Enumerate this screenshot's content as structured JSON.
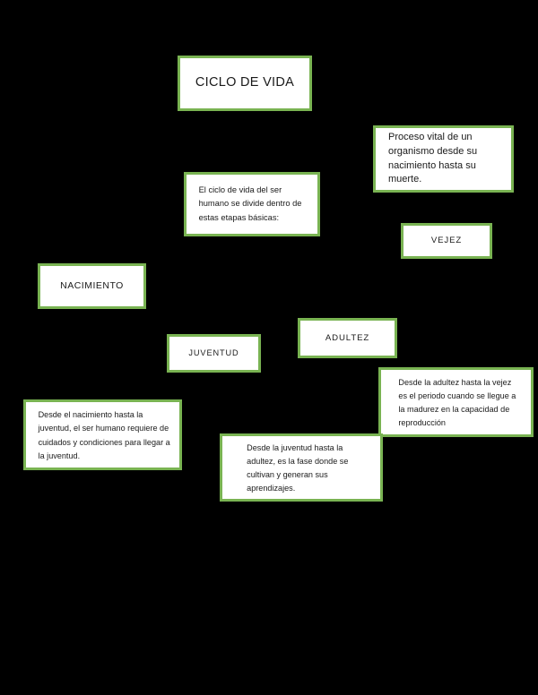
{
  "document": {
    "title": "CICLO DE VIDA",
    "background_color": "#000000",
    "node_border_color": "#79b352",
    "node_fill_color": "#ffffff",
    "text_color": "#1a1a1a"
  },
  "nodes": {
    "ciclo_de_vida": {
      "text": "CICLO DE VIDA"
    },
    "proceso_vital": {
      "text": "Proceso vital de un organismo desde su nacimiento hasta su muerte."
    },
    "etapas_basicas": {
      "text": "El ciclo de vida del ser humano se divide dentro de estas etapas básicas:"
    },
    "vejez": {
      "text": "VEJEZ"
    },
    "nacimiento": {
      "text": "NACIMIENTO"
    },
    "adultez": {
      "text": "ADULTEZ"
    },
    "juventud": {
      "text": "JUVENTUD"
    },
    "adultez_a_vejez": {
      "text": "Desde la adultez hasta la vejez es el periodo cuando se llegue a la madurez en la capacidad de reproducción"
    },
    "nacimiento_a_juventud": {
      "text": "Desde el nacimiento hasta la juventud, el ser humano requiere de cuidados y condiciones para llegar a la juventud."
    },
    "juventud_a_adultez": {
      "text": "Desde la juventud hasta la adultez, es la fase donde se cultivan y generan sus aprendizajes."
    }
  }
}
